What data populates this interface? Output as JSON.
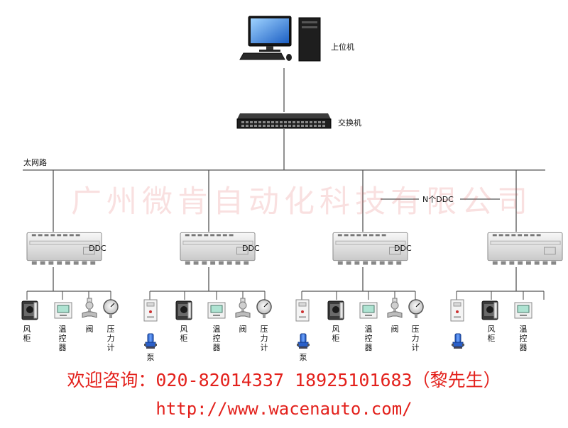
{
  "labels": {
    "host": "上位机",
    "switch": "交换机",
    "ethernet": "太网路",
    "n_ddc": "N个DDC",
    "ddc": "DDC"
  },
  "device_labels": {
    "fan_cabinet": "风柜",
    "thermostat": "温控器",
    "valve": "阀",
    "pressure_gauge": "压力计",
    "pump": "泵"
  },
  "watermark": "广州微肯自动化科技有限公司",
  "contact": {
    "line1": "欢迎咨询：020-82014337  18925101683（黎先生）",
    "line2": "http://www.wacenauto.com/"
  },
  "colors": {
    "contact": "#e3211c",
    "line": "#555555"
  }
}
